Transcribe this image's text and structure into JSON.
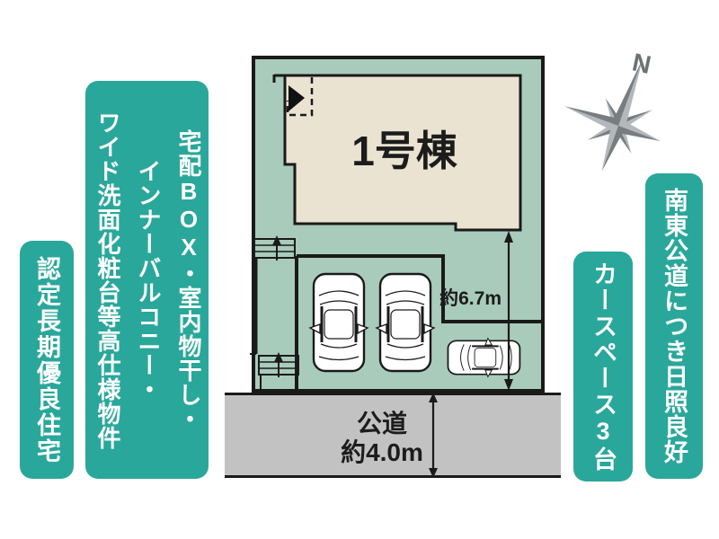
{
  "plan": {
    "building_label": "1号棟",
    "depth_label": "約6.7m",
    "road_name": "公道",
    "road_width": "約4.0m",
    "compass_north": "N"
  },
  "banners": {
    "certified": "認定長期優良住宅",
    "features": {
      "f1": "宅配",
      "f2": "BOX",
      "f3": "・室内物干し・",
      "line2": "インナーバルコニー・",
      "line3": "ワイド洗面化粧台等高仕様物件"
    },
    "carspace": {
      "c1": "カースペース",
      "c2": "3",
      "c3": "台"
    },
    "sunlight": "南東公道につき日照良好"
  },
  "colors": {
    "banner_teal": "#2aa79b",
    "lot_green": "#a9cbbc",
    "building_beige": "#eae3d2",
    "road_gray": "#c2c2c2",
    "line_black": "#1a1a1a",
    "compass_gray": "#82878b"
  }
}
